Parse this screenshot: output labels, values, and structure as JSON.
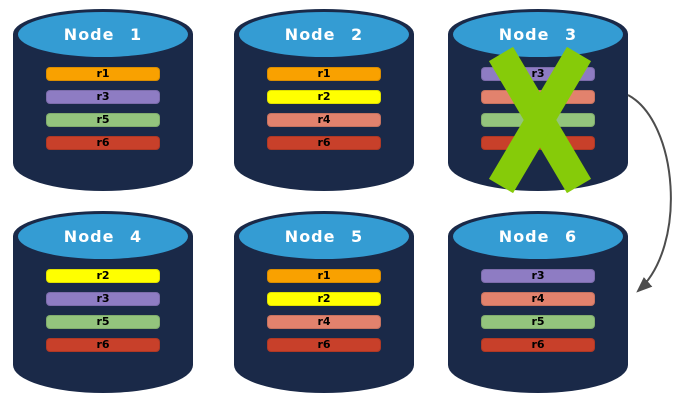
{
  "palette": {
    "cylinder_body": "#1A2948",
    "cylinder_top": "#349CD3",
    "title_text": "#FFFFFF",
    "bar_text": "#000000",
    "crash_mark": "#86CB09",
    "arrow": "#4D4D4D",
    "replica_colors": {
      "r1": "#F9A100",
      "r2": "#FFFF00",
      "r3": "#8E7CC3",
      "r4": "#E2826D",
      "r5": "#93C47D",
      "r6": "#C8402A"
    }
  },
  "nodes": [
    {
      "label": "Node 1",
      "replicas": [
        "r1",
        "r3",
        "r5",
        "r6"
      ],
      "crashed": false
    },
    {
      "label": "Node 2",
      "replicas": [
        "r1",
        "r2",
        "r4",
        "r6"
      ],
      "crashed": false
    },
    {
      "label": "Node 3",
      "replicas": [
        "r3",
        "r4",
        "r5",
        "r6"
      ],
      "crashed": true
    },
    {
      "label": "Node 4",
      "replicas": [
        "r2",
        "r3",
        "r5",
        "r6"
      ],
      "crashed": false
    },
    {
      "label": "Node 5",
      "replicas": [
        "r1",
        "r2",
        "r4",
        "r6"
      ],
      "crashed": false
    },
    {
      "label": "Node 6",
      "replicas": [
        "r3",
        "r4",
        "r5",
        "r6"
      ],
      "crashed": false
    }
  ],
  "arrow": {
    "from": "Node 3",
    "to": "Node 6"
  }
}
